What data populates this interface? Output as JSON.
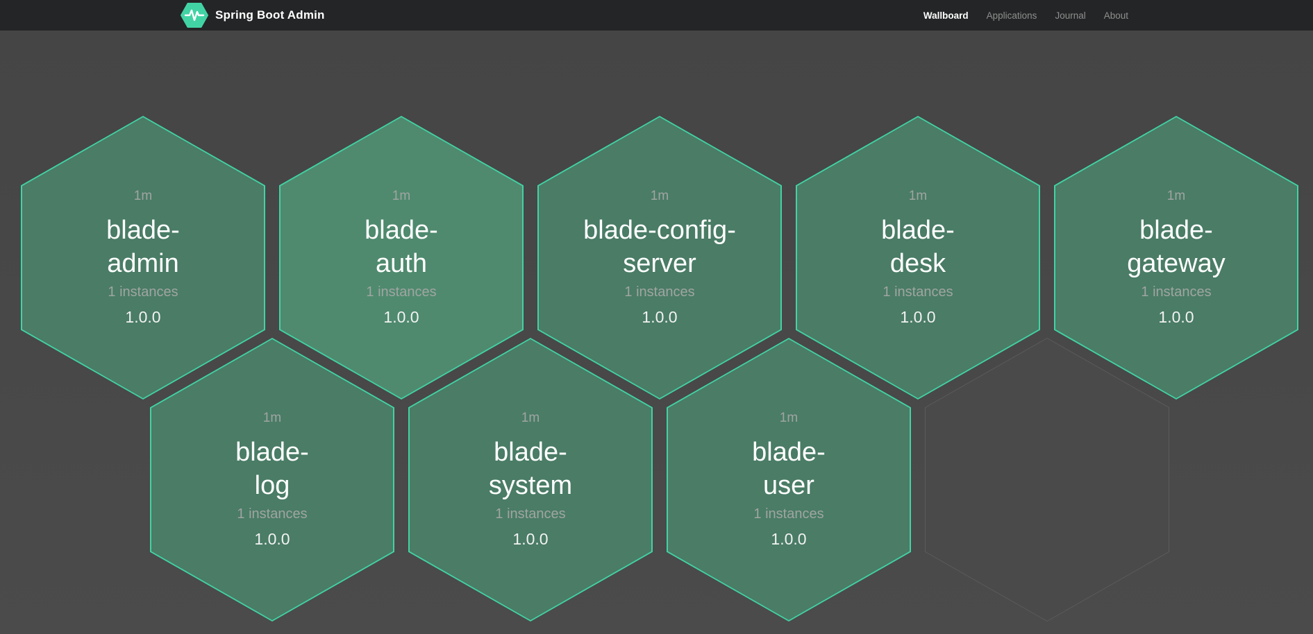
{
  "theme": {
    "accent": "#42d3a5",
    "navbar_bg": "#242526",
    "page_bg": "#494949",
    "hex_fill": "#4a7c66",
    "hex_fill_highlight": "#4f8a6e",
    "hex_border": "#42d3a5",
    "empty_hex_border": "#5c5c5c",
    "empty_hex_fill": "#4a4a4a",
    "muted_text": "#a0a5a2",
    "white_text": "#ffffff"
  },
  "navbar": {
    "brand": "Spring Boot Admin",
    "logo_icon": "pulse-hexagon-icon",
    "items": [
      {
        "label": "Wallboard",
        "active": true
      },
      {
        "label": "Applications",
        "active": false
      },
      {
        "label": "Journal",
        "active": false
      },
      {
        "label": "About",
        "active": false
      }
    ]
  },
  "wallboard": {
    "applications": [
      {
        "uptime": "1m",
        "name": "blade-admin",
        "name_lines": [
          "blade-",
          "admin"
        ],
        "instances": "1 instances",
        "version": "1.0.0",
        "highlighted": false
      },
      {
        "uptime": "1m",
        "name": "blade-auth",
        "name_lines": [
          "blade-",
          "auth"
        ],
        "instances": "1 instances",
        "version": "1.0.0",
        "highlighted": true
      },
      {
        "uptime": "1m",
        "name": "blade-config-server",
        "name_lines": [
          "blade-config-",
          "server"
        ],
        "instances": "1 instances",
        "version": "1.0.0",
        "highlighted": false
      },
      {
        "uptime": "1m",
        "name": "blade-desk",
        "name_lines": [
          "blade-",
          "desk"
        ],
        "instances": "1 instances",
        "version": "1.0.0",
        "highlighted": false
      },
      {
        "uptime": "1m",
        "name": "blade-gateway",
        "name_lines": [
          "blade-",
          "gateway"
        ],
        "instances": "1 instances",
        "version": "1.0.0",
        "highlighted": false
      },
      {
        "uptime": "1m",
        "name": "blade-log",
        "name_lines": [
          "blade-",
          "log"
        ],
        "instances": "1 instances",
        "version": "1.0.0",
        "highlighted": false
      },
      {
        "uptime": "1m",
        "name": "blade-system",
        "name_lines": [
          "blade-",
          "system"
        ],
        "instances": "1 instances",
        "version": "1.0.0",
        "highlighted": false
      },
      {
        "uptime": "1m",
        "name": "blade-user",
        "name_lines": [
          "blade-",
          "user"
        ],
        "instances": "1 instances",
        "version": "1.0.0",
        "highlighted": false
      }
    ],
    "empty_slot": true
  }
}
